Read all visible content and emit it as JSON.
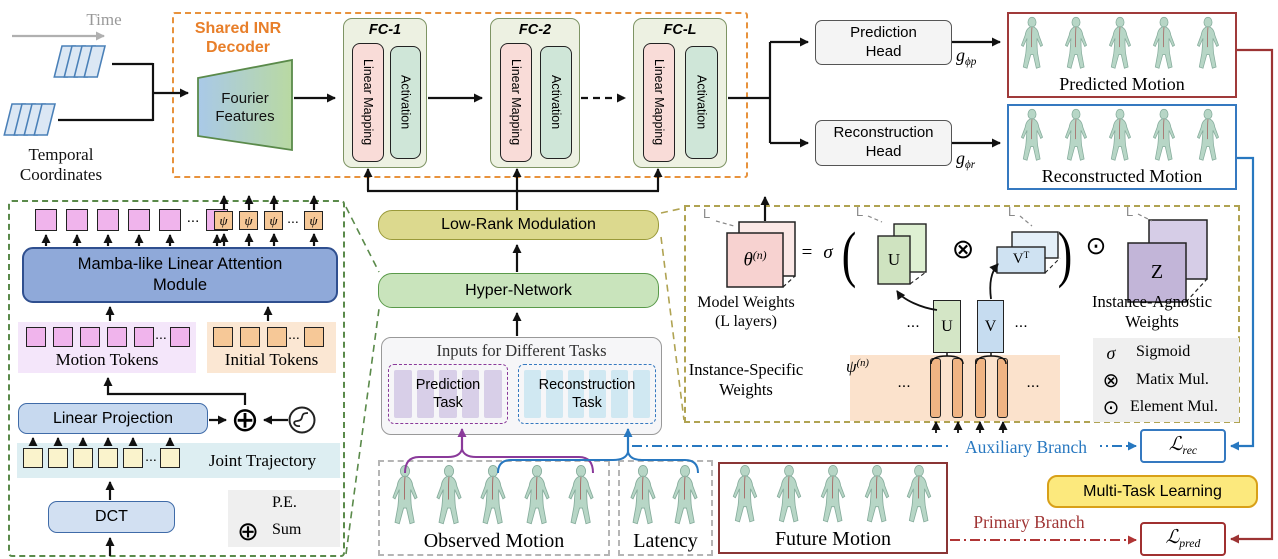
{
  "misc": {
    "ellipsis": "...",
    "L": "L"
  },
  "top_left": {
    "time": "Time",
    "temporal": "Temporal\nCoordinates"
  },
  "decoder": {
    "title": "Shared INR\nDecoder",
    "fourier": "Fourier\nFeatures",
    "fc_titles": [
      "FC-1",
      "FC-2",
      "FC-L"
    ],
    "linear_mapping": "Linear Mapping",
    "activation": "Activation"
  },
  "heads": {
    "prediction": "Prediction\nHead",
    "reconstruction": "Reconstruction\nHead",
    "pred_gain_base": "g",
    "pred_gain_sub": "ϕp",
    "recon_gain_base": "g",
    "recon_gain_sub": "ϕr"
  },
  "outputs": {
    "predicted": "Predicted Motion",
    "reconstructed": "Reconstructed Motion"
  },
  "left_module": {
    "psi": "ψ",
    "mamba": "Mamba-like Linear Attention\nModule",
    "motion_tokens": "Motion Tokens",
    "initial_tokens": "Initial Tokens",
    "linear_projection": "Linear Projection",
    "joint_trajectory": "Joint Trajectory",
    "dct": "DCT",
    "sum_symbol": "⊕",
    "legend_pe": "P.E.",
    "legend_sum": "Sum"
  },
  "middle": {
    "low_rank": "Low-Rank Modulation",
    "hyper_network": "Hyper-Network",
    "inputs_title": "Inputs for Different Tasks",
    "prediction_task": "Prediction\nTask",
    "reconstruction_task": "Reconstruction\nTask"
  },
  "right_module": {
    "theta_base": "θ",
    "theta_sup": "(n)",
    "model_weights": "Model Weights\n(L layers)",
    "equals": "=",
    "sigma": "σ",
    "paren_open": "(",
    "paren_close": ")",
    "otimes": "⊗",
    "odot": "⊙",
    "U": "U",
    "V": "V",
    "VT_base": "V",
    "VT_sup": "T",
    "Z": "Z",
    "instance_specific": "Instance-Specific\nWeights",
    "instance_agnostic": "Instance-Agnostic\nWeights",
    "psi_base": "ψ",
    "psi_sup": "(n)",
    "legend": [
      {
        "symbol": "σ",
        "label": "Sigmoid"
      },
      {
        "symbol": "⊗",
        "label": "Matix Mul."
      },
      {
        "symbol": "⊙",
        "label": "Element Mul."
      }
    ]
  },
  "bottom": {
    "observed": "Observed Motion",
    "latency": "Latency",
    "future": "Future Motion",
    "auxiliary": "Auxiliary Branch",
    "primary": "Primary Branch",
    "multi_task": "Multi-Task Learning",
    "loss_rec_base": "ℒ",
    "loss_rec_sub": "rec",
    "loss_pred_base": "ℒ",
    "loss_pred_sub": "pred"
  },
  "colors": {
    "decoder_border": "#e8923c",
    "left_box_border": "#5a8a4a",
    "right_box_border": "#b0a352",
    "auxiliary_branch": "#2878c0",
    "primary_branch": "#a03535",
    "multi_task_fill": "#fce97d"
  }
}
